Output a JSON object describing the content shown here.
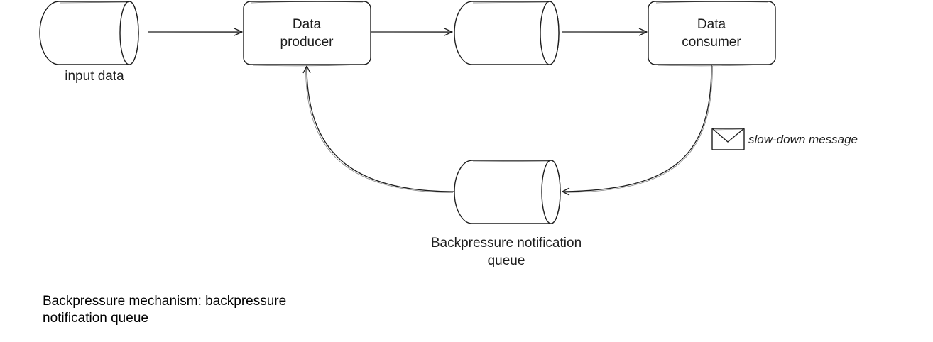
{
  "diagram": {
    "nodes": {
      "input_queue": {
        "label": "input data"
      },
      "producer": {
        "line1": "Data",
        "line2": "producer"
      },
      "middle_queue": {
        "label": ""
      },
      "consumer": {
        "line1": "Data",
        "line2": "consumer"
      },
      "notification_queue": {
        "line1": "Backpressure notification",
        "line2": "queue"
      }
    },
    "edges": [
      {
        "from": "input_queue",
        "to": "producer"
      },
      {
        "from": "producer",
        "to": "middle_queue"
      },
      {
        "from": "middle_queue",
        "to": "consumer"
      },
      {
        "from": "consumer",
        "to": "notification_queue",
        "label": "slow-down message"
      },
      {
        "from": "notification_queue",
        "to": "producer"
      }
    ],
    "message_label": "slow-down message",
    "title_line1": "Backpressure mechanism: backpressure",
    "title_line2": "notification queue"
  }
}
